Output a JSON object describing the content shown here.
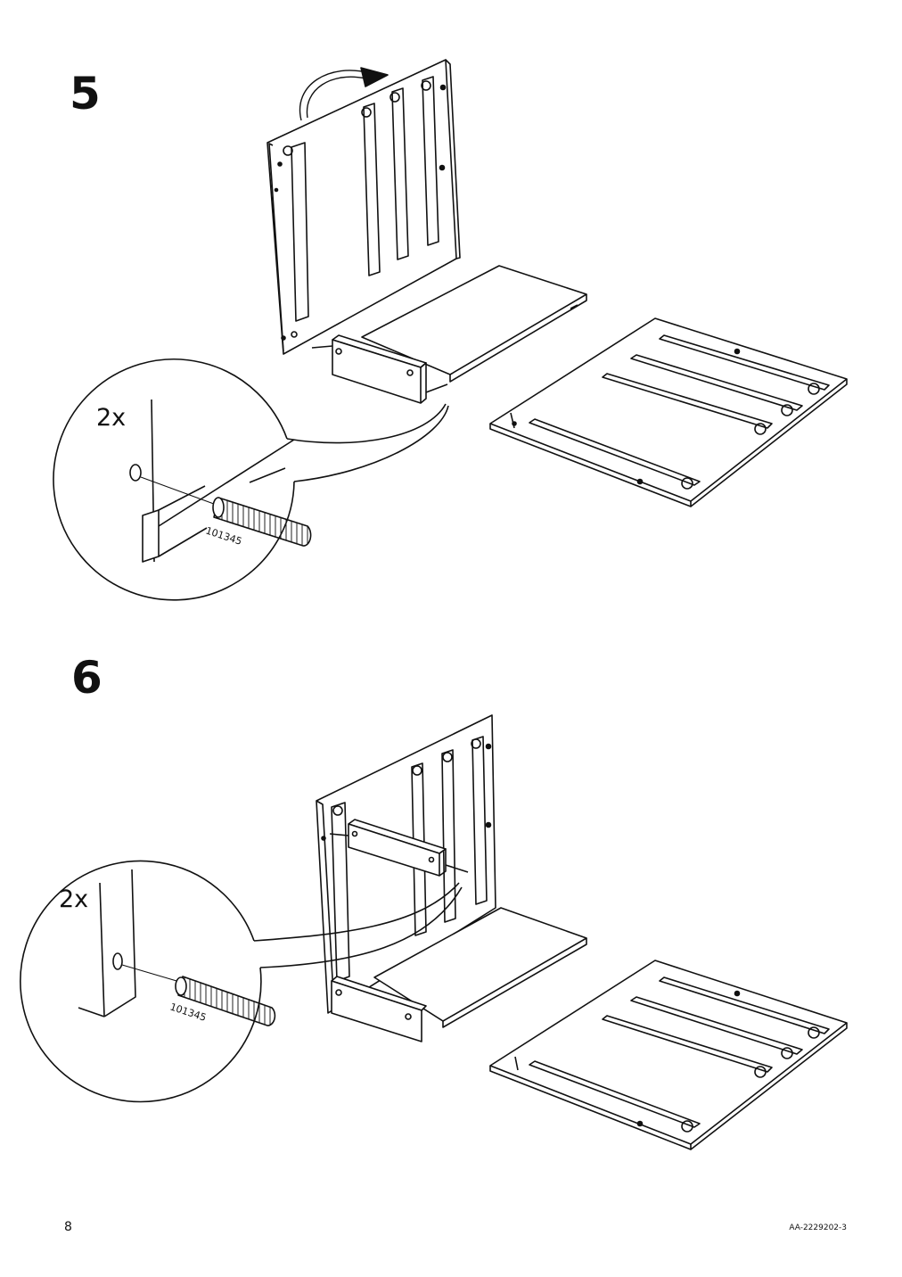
{
  "steps": [
    {
      "number": "5",
      "quantity": "2x",
      "part_number": "101345"
    },
    {
      "number": "6",
      "quantity": "2x",
      "part_number": "101345"
    }
  ],
  "footer": {
    "page_number": "8",
    "document_code": "AA-2229202-3"
  }
}
